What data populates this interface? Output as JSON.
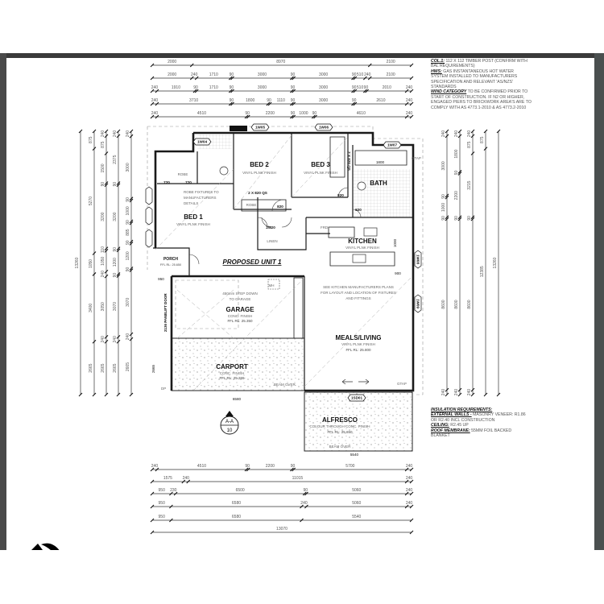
{
  "notes_top": [
    {
      "key": "COL.1:",
      "text": "112 X 112 TIMBER POST (CONFIRM WITH BAL REQUIREMENTS)"
    },
    {
      "key": "HWS:",
      "text": "GAS INSTANTANEOUS HOT WATER SYSTEM INSTALLED TO MANUFACTURERS SPECIFICATION AND RELEVANT 'AS/NZS' STANDARDS"
    },
    {
      "key": "WIND CATEGORY",
      "text": "TO BE CONFIRMED PRIOR TO START OF CONSTRUCTION. IF N2 OR HIGHER, ENGAGED PIERS TO BRICKWORK AREA'S ARE TO COMPLY WITH AS 4773.1-2010 & AS 4773.2-2010"
    }
  ],
  "notes_bottom": {
    "heading": "INSULATION REQUIREMENTS:",
    "items": [
      {
        "key": "EXTERNAL WALLS -",
        "text": "MASONRY VENEER: R1.86 OR R2.40 INCL CONSTRUCTION"
      },
      {
        "key": "CEILING:",
        "text": "R2.45 UP"
      },
      {
        "key": "ROOF MEMBRANE:",
        "text": "55mm FOIL BACKED BLANKET"
      }
    ]
  },
  "dimensions": {
    "top": [
      [
        "2000",
        "8970",
        "2100"
      ],
      [
        "2000",
        "240",
        "1710",
        "90",
        "3000",
        "90",
        "3000",
        "90",
        "510",
        "240",
        "2100"
      ],
      [
        "240",
        "1910",
        "90",
        "1710",
        "90",
        "3000",
        "90",
        "3000",
        "90",
        "510",
        "90",
        "2010",
        "240"
      ],
      [
        "240",
        "3710",
        "90",
        "1800",
        "90",
        "1110",
        "90",
        "3000",
        "90",
        "2610",
        "240"
      ],
      [
        "240",
        "4510",
        "90",
        "2200",
        "90",
        "1000",
        "90",
        "4610",
        "240"
      ]
    ],
    "bottom": [
      [
        "240",
        "4510",
        "90",
        "2200",
        "90",
        "5700",
        "240"
      ],
      [
        "1575",
        "240",
        "11015",
        "240"
      ],
      [
        "950",
        "230",
        "6500",
        "90",
        "5060",
        "240"
      ],
      [
        "950",
        "6580",
        "240",
        "5060",
        "240"
      ],
      [
        "950",
        "6580",
        "5540"
      ],
      [
        "13070"
      ]
    ],
    "left": [
      [
        "13260"
      ],
      [
        "875",
        "5270",
        "1050",
        "3400",
        "2665"
      ],
      [
        "240",
        "875",
        "1500",
        "90",
        "3200",
        "110",
        "1050",
        "240",
        "3050",
        "240",
        "2665"
      ],
      [
        "240",
        "2375",
        "90",
        "3200",
        "90",
        "1200",
        "90",
        "3070",
        "240",
        "2665"
      ],
      [
        "240",
        "3000",
        "90",
        "1000",
        "90",
        "885",
        "90",
        "1200",
        "90",
        "3070",
        "240",
        "2665"
      ]
    ],
    "right": [
      [
        "240",
        "3000",
        "90",
        "1000",
        "90",
        "8600",
        "240"
      ],
      [
        "240",
        "1800",
        "90",
        "2200",
        "90",
        "8600",
        "240"
      ],
      [
        "240",
        "875",
        "3215",
        "90",
        "8600",
        "240"
      ],
      [
        "875",
        "12385"
      ],
      [
        "13260"
      ]
    ]
  },
  "plan": {
    "title": "PROPOSED UNIT 1",
    "finish_vinyl": "VINYL PLNK FINISH",
    "rooms": {
      "bed1": "BED 1",
      "bed2": "BED 2",
      "bed3": "BED 3",
      "bath": "BATH",
      "kitchen": "KITCHEN",
      "meals": "MEALS/LIVING",
      "garage": "GARAGE",
      "carport": "CARPORT",
      "alfresco": "ALFRESCO",
      "porch": "PORCH",
      "robe": "ROBE",
      "linen": "LINEN"
    },
    "meals_rl": "FFL RL: 25.800",
    "garage_finish": "CONC. FINISH",
    "garage_rl": "FFL RL: 25.350",
    "carport_finish": "CONC. FINISH",
    "carport_rl": "FFL RL: 25.265",
    "alfresco_finish": "COLOUR THROUGH CONC. FINISH",
    "alfresco_rl": "FFL RL: 25.650",
    "porch_rl": "FFL RL: 25.650",
    "step_down": [
      "450mm STEP DOWN",
      "TO GARAGE"
    ],
    "kitchen_note": [
      "SEE KITCHEN MANUFACTURERS PLANS",
      "FOR LAYOUT AND LOCATION OF FIXTURES",
      "AND FITTINGS"
    ],
    "robe_note": [
      "ROBE FIXTURES TO",
      "MANUFACTURERS",
      "DETAILS"
    ],
    "garage_door": "2136 PANELIFT DOOR",
    "beam_over": "BEAM OVER",
    "mh": "MH",
    "frd": "FRD",
    "gtap": "GTAP",
    "dp": "DP",
    "doors": {
      "d720": "720",
      "d820": "820",
      "d2x820": "2 X 820 QS",
      "d2_820": "2/820",
      "bath_len": "1800",
      "porch_w": "950",
      "carport_w": "6580",
      "alfresco_w": "5540",
      "k1000": "1000",
      "k900": "900",
      "carport_h": "2665"
    },
    "tags": {
      "w04": "1W04",
      "w05": "1W05",
      "w06": "1W06",
      "w07": "1W07",
      "w08": "1W08",
      "w09": "1W09",
      "sd01": "1SD01"
    },
    "section": {
      "label": "A-A",
      "sheet": "10"
    }
  },
  "colors": {
    "frame": "#3a3a3a",
    "line": "#222222",
    "text": "#555555"
  }
}
